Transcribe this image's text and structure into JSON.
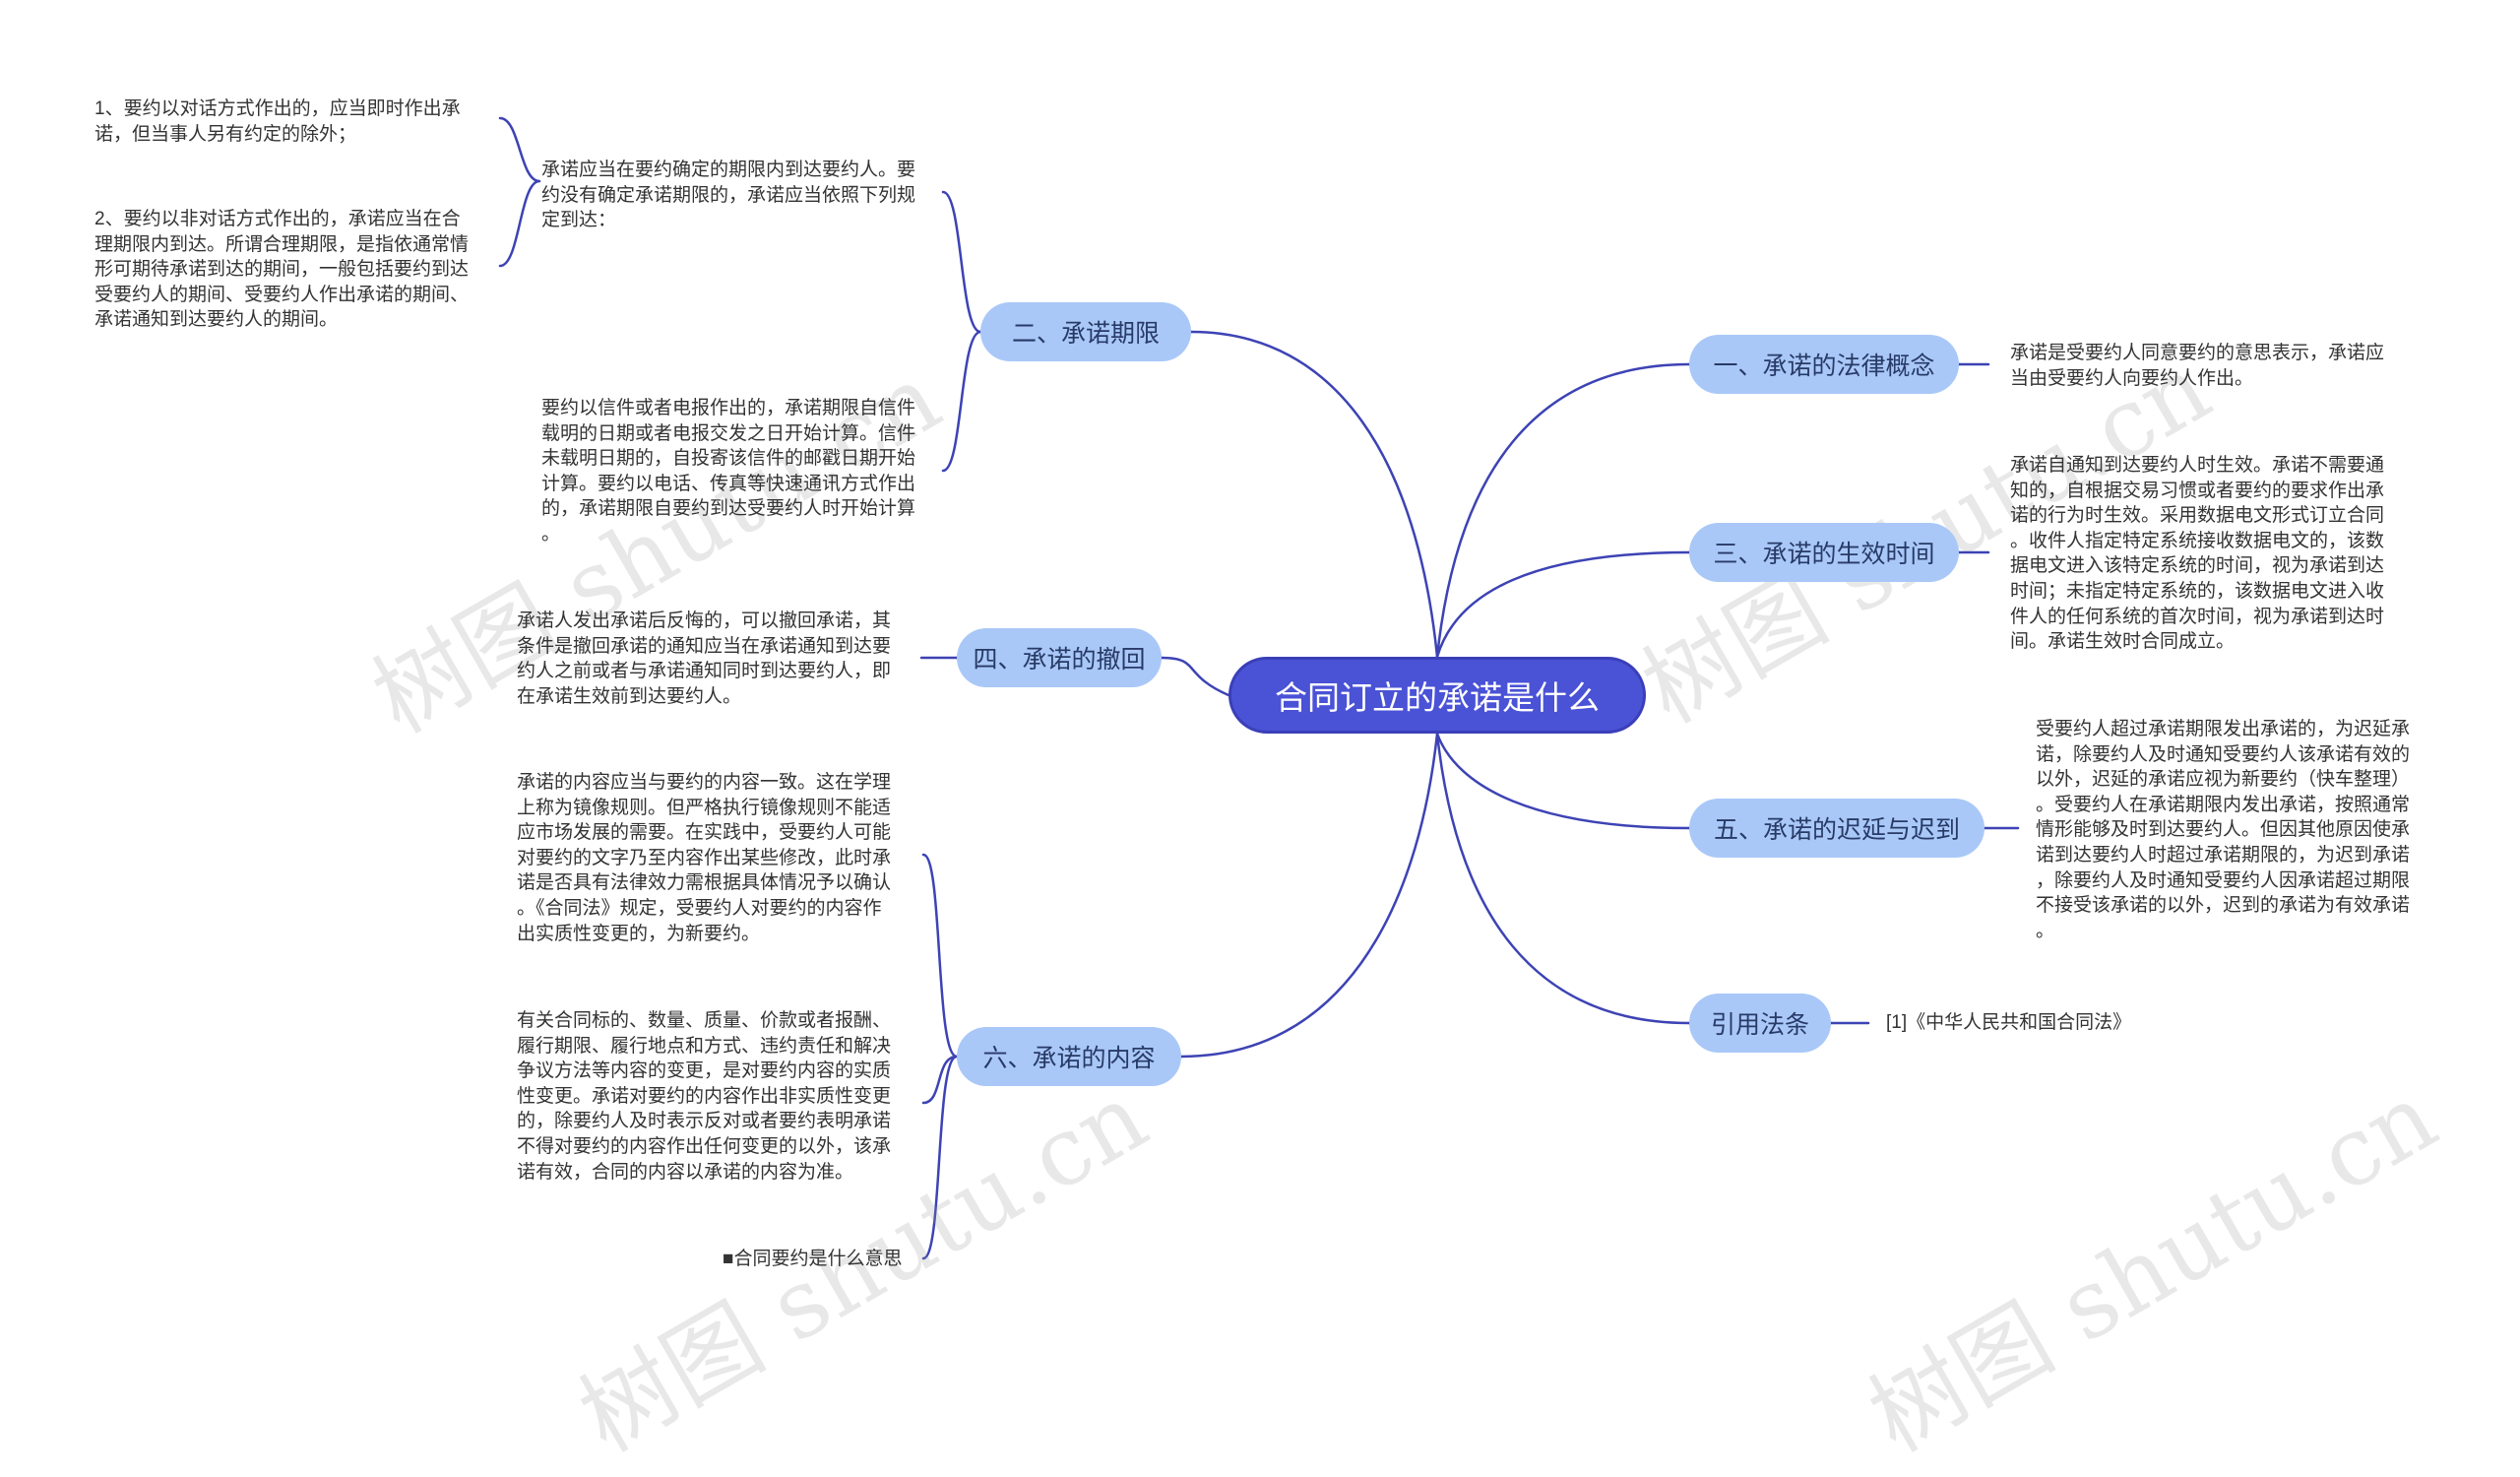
{
  "root": {
    "label": "合同订立的承诺是什么"
  },
  "topics": {
    "t1": {
      "label": "一、承诺的法律概念"
    },
    "t2": {
      "label": "二、承诺期限"
    },
    "t3": {
      "label": "三、承诺的生效时间"
    },
    "t4": {
      "label": "四、承诺的撤回"
    },
    "t5": {
      "label": "五、承诺的迟延与迟到"
    },
    "t6": {
      "label": "六、承诺的内容"
    },
    "t7": {
      "label": "引用法条"
    }
  },
  "leaves": {
    "t1_a": "承诺是受要约人同意要约的意思表示，承诺应\n当由受要约人向要约人作出。",
    "t2_a": "承诺应当在要约确定的期限内到达要约人。要\n约没有确定承诺期限的，承诺应当依照下列规\n定到达：",
    "t2_a1": "1、要约以对话方式作出的，应当即时作出承\n诺，但当事人另有约定的除外；",
    "t2_a2": "2、要约以非对话方式作出的，承诺应当在合\n理期限内到达。所谓合理期限，是指依通常情\n形可期待承诺到达的期间，一般包括要约到达\n受要约人的期间、受要约人作出承诺的期间、\n承诺通知到达要约人的期间。",
    "t2_b": "要约以信件或者电报作出的，承诺期限自信件\n载明的日期或者电报交发之日开始计算。信件\n未载明日期的，自投寄该信件的邮戳日期开始\n计算。要约以电话、传真等快速通讯方式作出\n的，承诺期限自要约到达受要约人时开始计算\n。",
    "t3_a": "承诺自通知到达要约人时生效。承诺不需要通\n知的，自根据交易习惯或者要约的要求作出承\n诺的行为时生效。采用数据电文形式订立合同\n。收件人指定特定系统接收数据电文的，该数\n据电文进入该特定系统的时间，视为承诺到达\n时间；未指定特定系统的，该数据电文进入收\n件人的任何系统的首次时间，视为承诺到达时\n间。承诺生效时合同成立。",
    "t4_a": "承诺人发出承诺后反悔的，可以撤回承诺，其\n条件是撤回承诺的通知应当在承诺通知到达要\n约人之前或者与承诺通知同时到达要约人，即\n在承诺生效前到达要约人。",
    "t5_a": "受要约人超过承诺期限发出承诺的，为迟延承\n诺，除要约人及时通知受要约人该承诺有效的\n以外，迟延的承诺应视为新要约（快车整理）\n。受要约人在承诺期限内发出承诺，按照通常\n情形能够及时到达要约人。但因其他原因使承\n诺到达要约人时超过承诺期限的，为迟到承诺\n，除要约人及时通知受要约人因承诺超过期限\n不接受该承诺的以外，迟到的承诺为有效承诺\n。",
    "t6_a": "承诺的内容应当与要约的内容一致。这在学理\n上称为镜像规则。但严格执行镜像规则不能适\n应市场发展的需要。在实践中，受要约人可能\n对要约的文字乃至内容作出某些修改，此时承\n诺是否具有法律效力需根据具体情况予以确认\n。《合同法》规定，受要约人对要约的内容作\n出实质性变更的，为新要约。",
    "t6_b": "有关合同标的、数量、质量、价款或者报酬、\n履行期限、履行地点和方式、违约责任和解决\n争议方法等内容的变更，是对要约内容的实质\n性变更。承诺对要约的内容作出非实质性变更\n的，除要约人及时表示反对或者要约表明承诺\n不得对要约的内容作出任何变更的以外，该承\n诺有效，合同的内容以承诺的内容为准。",
    "t6_c": "■合同要约是什么意思",
    "t7_a": "[1]《中华人民共和国合同法》"
  },
  "watermark": "树图 shutu.cn",
  "colors": {
    "root_bg": "#4a52d6",
    "topic_bg": "#a9c8f8",
    "line": "#3d43b4"
  }
}
